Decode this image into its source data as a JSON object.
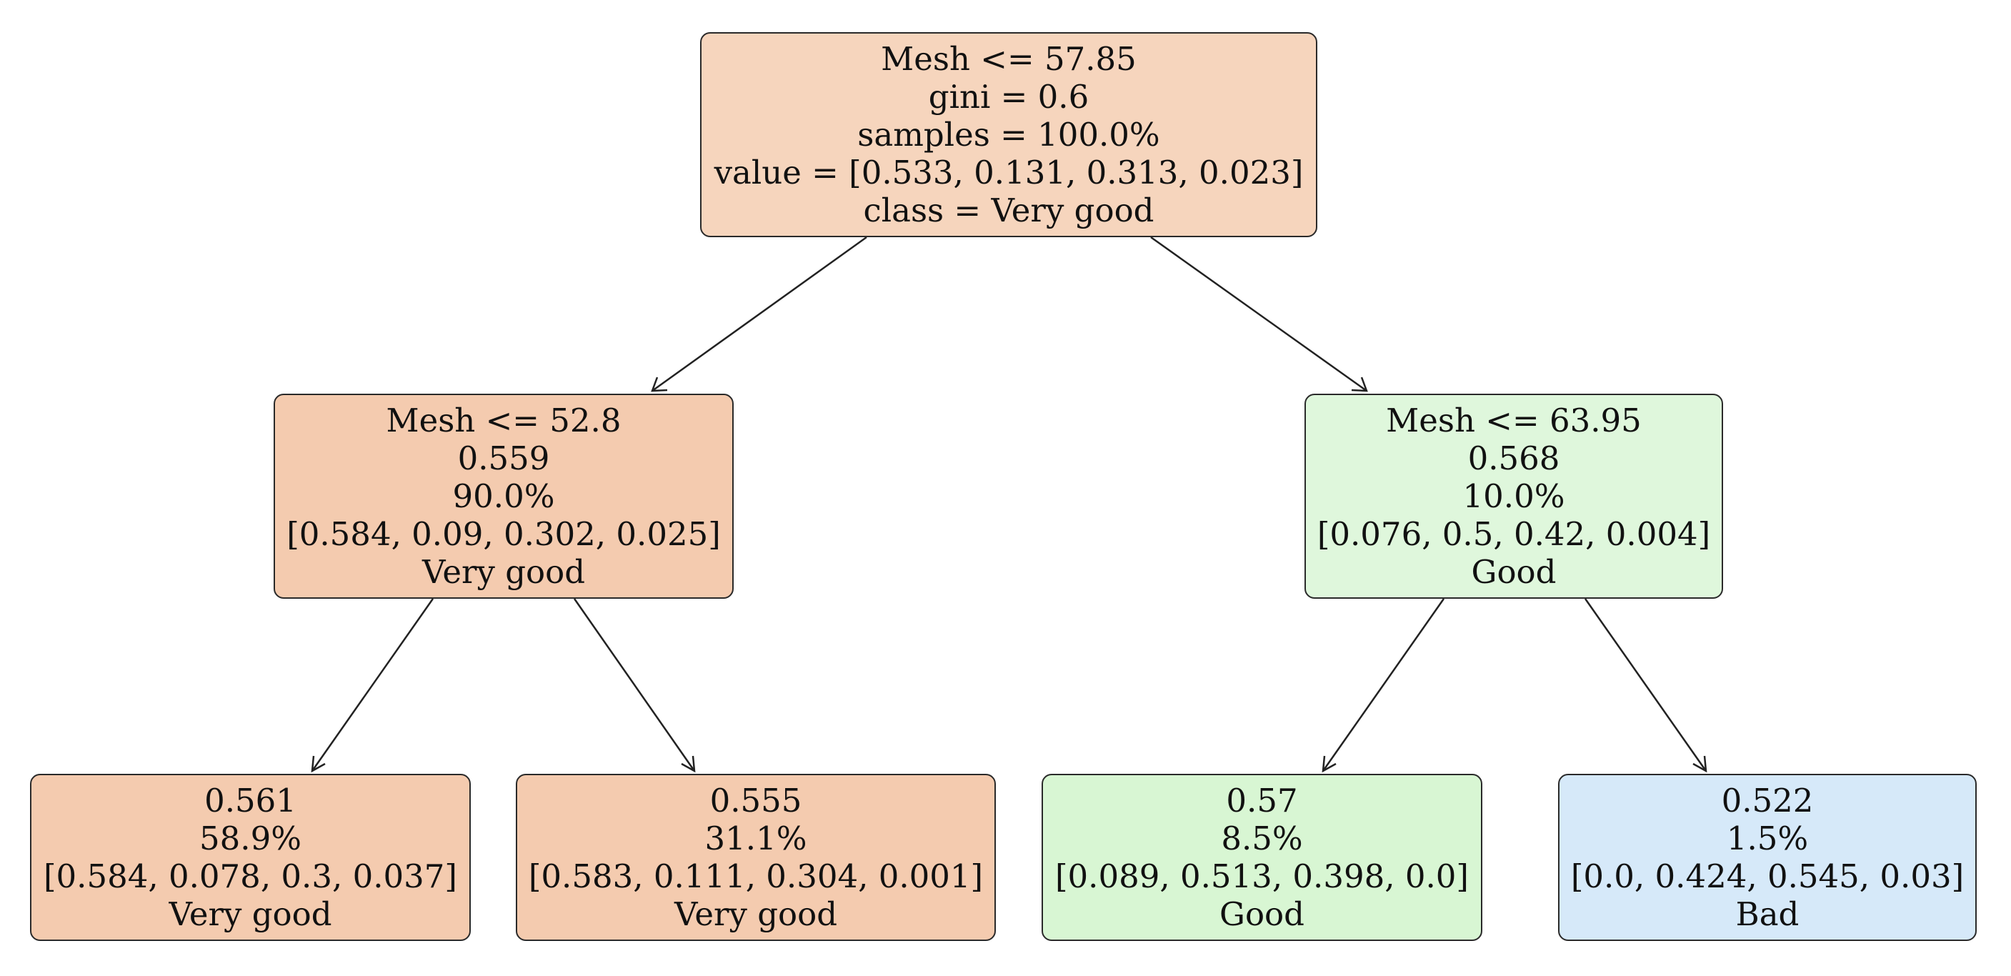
{
  "colors": {
    "very_good": "#f6d5bd",
    "very_good_dark": "#f4cbaf",
    "good": "#dff7dc",
    "good_dark": "#d8f6d3",
    "bad": "#d6e9f9",
    "border": "#2a2a2a"
  },
  "tree": {
    "root": {
      "split": "Mesh <= 57.85",
      "gini": "gini = 0.6",
      "samples": "samples = 100.0%",
      "value": "value = [0.533, 0.131, 0.313, 0.023]",
      "class": "class = Very good"
    },
    "left": {
      "split": "Mesh <= 52.8",
      "gini": "0.559",
      "samples": "90.0%",
      "value": "[0.584, 0.09, 0.302, 0.025]",
      "class": "Very good"
    },
    "right": {
      "split": "Mesh <= 63.95",
      "gini": "0.568",
      "samples": "10.0%",
      "value": "[0.076, 0.5, 0.42, 0.004]",
      "class": "Good"
    },
    "left_left": {
      "gini": "0.561",
      "samples": "58.9%",
      "value": "[0.584, 0.078, 0.3, 0.037]",
      "class": "Very good"
    },
    "left_right": {
      "gini": "0.555",
      "samples": "31.1%",
      "value": "[0.583, 0.111, 0.304, 0.001]",
      "class": "Very good"
    },
    "right_left": {
      "gini": "0.57",
      "samples": "8.5%",
      "value": "[0.089, 0.513, 0.398, 0.0]",
      "class": "Good"
    },
    "right_right": {
      "gini": "0.522",
      "samples": "1.5%",
      "value": "[0.0, 0.424, 0.545, 0.03]",
      "class": "Bad"
    }
  }
}
